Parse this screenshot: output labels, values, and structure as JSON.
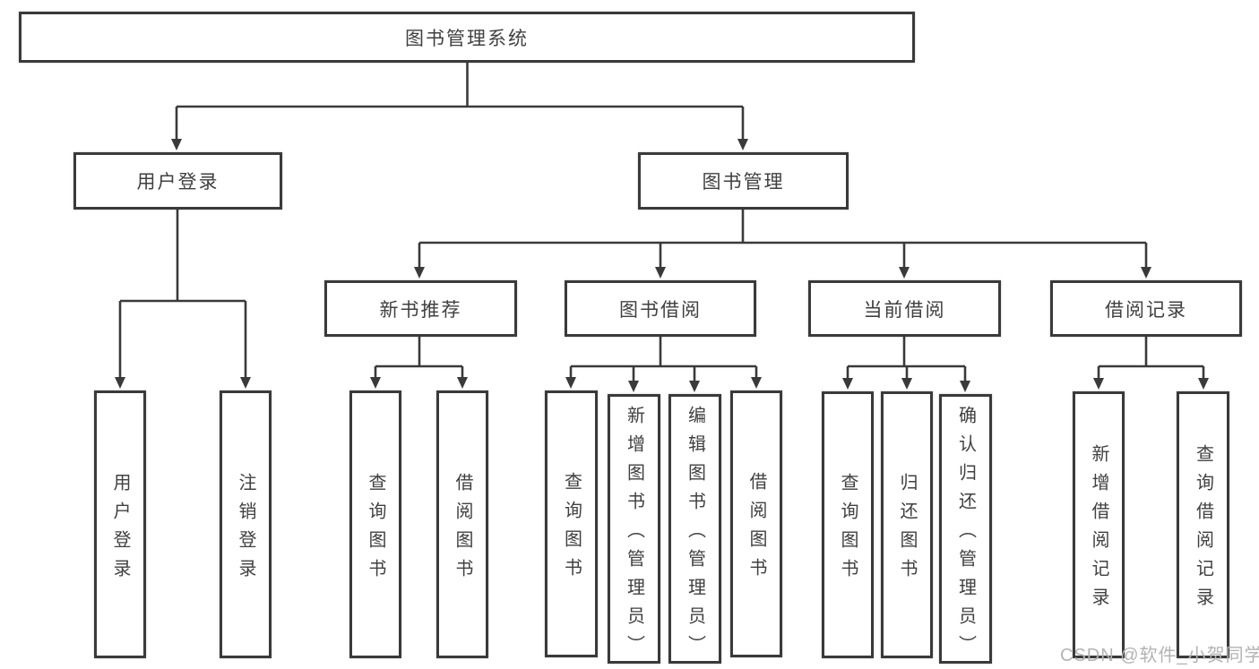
{
  "tree": {
    "root": {
      "label": "图书管理系统"
    },
    "branches": [
      {
        "label": "用户登录",
        "leaves": [
          "用户登录",
          "注销登录"
        ]
      },
      {
        "label": "图书管理",
        "sections": [
          {
            "label": "新书推荐",
            "leaves": [
              "查询图书",
              "借阅图书"
            ]
          },
          {
            "label": "图书借阅",
            "leaves": [
              "查询图书",
              "新增图书（管理员）",
              "编辑图书（管理员）",
              "借阅图书"
            ]
          },
          {
            "label": "当前借阅",
            "leaves": [
              "查询图书",
              "归还图书",
              "确认归还（管理员）"
            ]
          },
          {
            "label": "借阅记录",
            "leaves": [
              "新增借阅记录",
              "查询借阅记录"
            ]
          }
        ]
      }
    ]
  },
  "watermark": {
    "text": "CSDN @软件_小贺同学"
  },
  "colors": {
    "line": "#3a3a3a",
    "box_border": "#3a3a3a",
    "text": "#404040",
    "watermark": "#b3b3b3",
    "background": "#ffffff"
  }
}
